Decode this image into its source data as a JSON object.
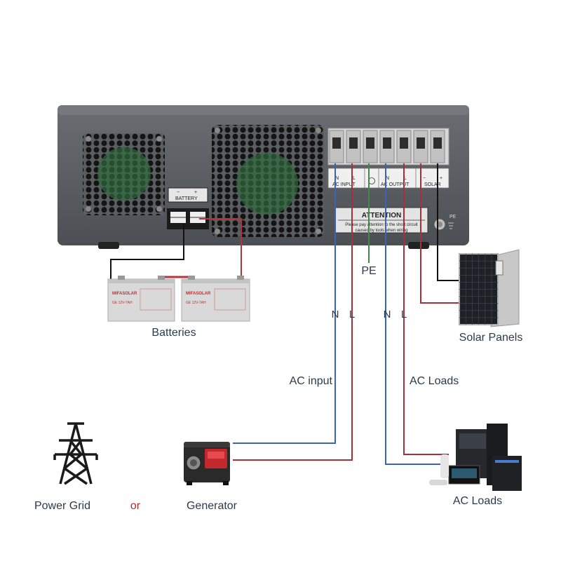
{
  "inverter": {
    "battery_label": "BATTERY",
    "battery_minus": "−",
    "battery_plus": "+",
    "ac_input_label": "AC INPUT",
    "ac_output_label": "AC OUTPUT",
    "solar_label": "SOLAR",
    "n_label": "N",
    "l_label": "L",
    "attention_title": "ATTENTION",
    "attention_line1": "Please pay attention to the short circuit",
    "attention_line2": "caused by tools when wiring",
    "pe_mark": "PE"
  },
  "batteries": {
    "caption": "Batteries",
    "brand": "MIFASOLAR",
    "model": "GE 12V-7AH"
  },
  "labels": {
    "pe": "PE",
    "n": "N",
    "l": "L",
    "ac_input": "AC input",
    "ac_loads_wire": "AC Loads",
    "solar_panels": "Solar Panels",
    "power_grid": "Power Grid",
    "or": "or",
    "generator": "Generator",
    "ac_loads": "AC Loads"
  },
  "colors": {
    "neutral_wire": "#3a64b8",
    "live_wire": "#a5303c",
    "pe_wire": "#3f8a4a",
    "dc_negative": "#111111",
    "dc_positive": "#b5343c",
    "label_text": "#2b3a4a",
    "or_text": "#b12a2a",
    "inverter_body": "#56595d",
    "fan_green": "#2f6a3c"
  }
}
